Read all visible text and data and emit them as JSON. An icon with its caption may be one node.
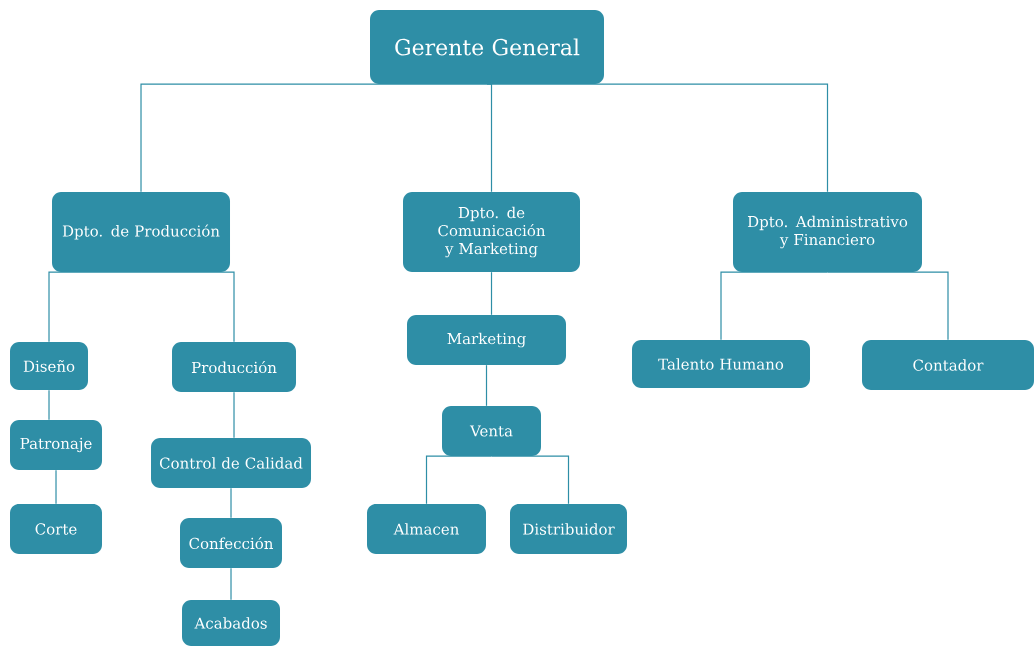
{
  "diagram": {
    "nodes": [
      {
        "text": [
          "Gerente General"
        ]
      },
      {
        "text": [
          "Dpto. de Producción"
        ]
      },
      {
        "text": [
          "Dpto. de Comunicación y Marketing"
        ]
      },
      {
        "text": [
          "Dpto. Administrativo y Financiero"
        ]
      },
      {
        "text": [
          "Diseño"
        ]
      },
      {
        "text": [
          "Producción"
        ]
      },
      {
        "text": [
          "Patronaje"
        ]
      },
      {
        "text": [
          "Corte"
        ]
      },
      {
        "text": [
          "Control de Calidad"
        ]
      },
      {
        "text": [
          "Confección"
        ]
      },
      {
        "text": [
          "Acabados"
        ]
      },
      {
        "text": [
          "Marketing"
        ]
      },
      {
        "text": [
          "Venta"
        ]
      },
      {
        "text": [
          "Almacen"
        ]
      },
      {
        "text": [
          "Distribuidor"
        ]
      },
      {
        "text": [
          "Talento Humano"
        ]
      },
      {
        "text": [
          "Contador"
        ]
      }
    ],
    "edges": [
      {
        "from": 0,
        "to": 1,
        "arrow": "none"
      },
      {
        "from": 0,
        "to": 2,
        "arrow": "none"
      },
      {
        "from": 0,
        "to": 3,
        "arrow": "none"
      },
      {
        "from": 1,
        "to": 4,
        "arrow": "none"
      },
      {
        "from": 1,
        "to": 5,
        "arrow": "none"
      },
      {
        "from": 4,
        "to": 6,
        "arrow": "none"
      },
      {
        "from": 6,
        "to": 7,
        "arrow": "none"
      },
      {
        "from": 5,
        "to": 8,
        "arrow": "none"
      },
      {
        "from": 8,
        "to": 9,
        "arrow": "none"
      },
      {
        "from": 9,
        "to": 10,
        "arrow": "none"
      },
      {
        "from": 2,
        "to": 11,
        "arrow": "none"
      },
      {
        "from": 11,
        "to": 12,
        "arrow": "none"
      },
      {
        "from": 12,
        "to": 13,
        "arrow": "none"
      },
      {
        "from": 12,
        "to": 14,
        "arrow": "none"
      },
      {
        "from": 3,
        "to": 15,
        "arrow": "none"
      },
      {
        "from": 3,
        "to": 16,
        "arrow": "none"
      }
    ]
  }
}
